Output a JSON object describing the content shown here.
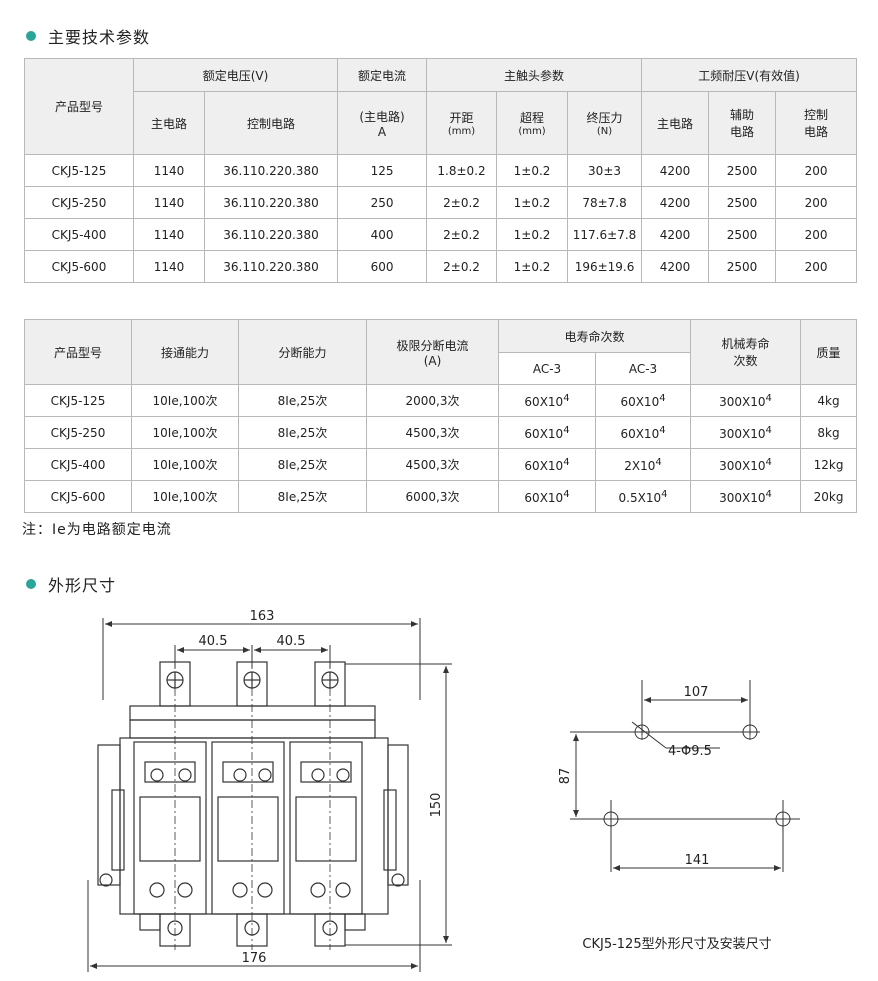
{
  "sections": {
    "params_title": "主要技术参数",
    "dims_title": "外形尺寸"
  },
  "table1": {
    "h_model": "产品型号",
    "h_rated_voltage": "额定电压(V)",
    "h_main_circuit": "主电路",
    "h_control_circuit": "控制电路",
    "h_rated_current": "额定电流",
    "h_rated_current_sub1": "(主电路)",
    "h_rated_current_sub2": "A",
    "h_main_contact": "主触头参数",
    "h_gap": "开距",
    "h_gap_unit": "(mm)",
    "h_overtravel": "超程",
    "h_overtravel_unit": "(mm)",
    "h_final_pressure": "终压力",
    "h_final_pressure_unit": "(N)",
    "h_withstand": "工频耐压V(有效值)",
    "h_w_main": "主电路",
    "h_w_aux1": "辅助",
    "h_w_aux2": "电路",
    "h_w_ctrl1": "控制",
    "h_w_ctrl2": "电路",
    "rows": [
      [
        "CKJ5-125",
        "1140",
        "36.110.220.380",
        "125",
        "1.8±0.2",
        "1±0.2",
        "30±3",
        "4200",
        "2500",
        "200"
      ],
      [
        "CKJ5-250",
        "1140",
        "36.110.220.380",
        "250",
        "2±0.2",
        "1±0.2",
        "78±7.8",
        "4200",
        "2500",
        "200"
      ],
      [
        "CKJ5-400",
        "1140",
        "36.110.220.380",
        "400",
        "2±0.2",
        "1±0.2",
        "117.6±7.8",
        "4200",
        "2500",
        "200"
      ],
      [
        "CKJ5-600",
        "1140",
        "36.110.220.380",
        "600",
        "2±0.2",
        "1±0.2",
        "196±19.6",
        "4200",
        "2500",
        "200"
      ]
    ]
  },
  "table2": {
    "h_model": "产品型号",
    "h_making": "接通能力",
    "h_breaking": "分断能力",
    "h_limit_1": "极限分断电流",
    "h_limit_2": "(A)",
    "h_elec_life": "电寿命次数",
    "h_ac3_a": "AC-3",
    "h_ac3_b": "AC-3",
    "h_mech_1": "机械寿命",
    "h_mech_2": "次数",
    "h_mass": "质量",
    "rows": [
      {
        "model": "CKJ5-125",
        "making": "10Ie,100次",
        "breaking": "8Ie,25次",
        "limit": "2000,3次",
        "ac3a": "60X10",
        "ac3a_exp": "4",
        "ac3b": "60X10",
        "ac3b_exp": "4",
        "mech": "300X10",
        "mech_exp": "4",
        "mass": "4kg"
      },
      {
        "model": "CKJ5-250",
        "making": "10Ie,100次",
        "breaking": "8Ie,25次",
        "limit": "4500,3次",
        "ac3a": "60X10",
        "ac3a_exp": "4",
        "ac3b": "60X10",
        "ac3b_exp": "4",
        "mech": "300X10",
        "mech_exp": "4",
        "mass": "8kg"
      },
      {
        "model": "CKJ5-400",
        "making": "10Ie,100次",
        "breaking": "8Ie,25次",
        "limit": "4500,3次",
        "ac3a": "60X10",
        "ac3a_exp": "4",
        "ac3b": "2X10",
        "ac3b_exp": "4",
        "mech": "300X10",
        "mech_exp": "4",
        "mass": "12kg"
      },
      {
        "model": "CKJ5-600",
        "making": "10Ie,100次",
        "breaking": "8Ie,25次",
        "limit": "6000,3次",
        "ac3a": "60X10",
        "ac3a_exp": "4",
        "ac3b": "0.5X10",
        "ac3b_exp": "4",
        "mech": "300X10",
        "mech_exp": "4",
        "mass": "20kg"
      }
    ]
  },
  "note": "注：Ie为电路额定电流",
  "drawing": {
    "dim_overall_top": "163",
    "dim_pitch_left": "40.5",
    "dim_pitch_right": "40.5",
    "dim_height": "150",
    "dim_overall_bottom": "176",
    "mount_top_spacing": "107",
    "mount_holes": "4-Φ9.5",
    "mount_vertical": "87",
    "mount_bottom_spacing": "141",
    "caption": "CKJ5-125型外形尺寸及安装尺寸"
  },
  "colors": {
    "accent_dot": "#2aa59a",
    "header_bg": "#efefef",
    "border": "#b8b8b8"
  }
}
